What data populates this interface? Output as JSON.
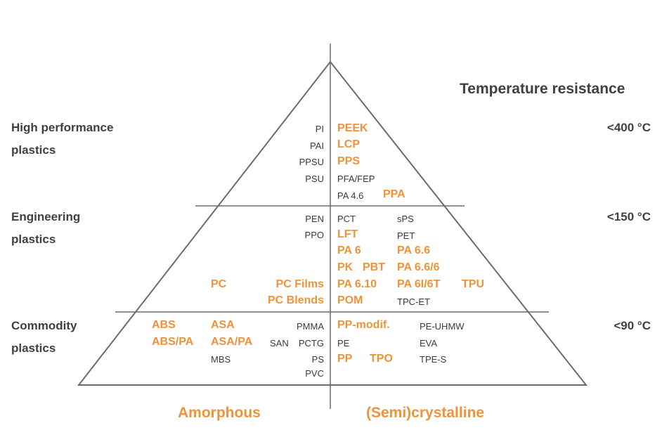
{
  "header": {
    "temperature_resistance": "Temperature resistance"
  },
  "categories": {
    "high_performance": [
      "High performance",
      "plastics"
    ],
    "engineering": [
      "Engineering",
      "plastics"
    ],
    "commodity": [
      "Commodity",
      "plastics"
    ]
  },
  "temperatures": {
    "high": "<400 °C",
    "engineering": "<150 °C",
    "commodity": "<90 °C"
  },
  "footer": {
    "amorphous": "Amorphous",
    "semicrystalline": "(Semi)crystalline"
  },
  "materials": {
    "PI": "PI",
    "PAI": "PAI",
    "PPSU": "PPSU",
    "PSU": "PSU",
    "PEEK": "PEEK",
    "LCP": "LCP",
    "PPS": "PPS",
    "PFA_FEP": "PFA/FEP",
    "PA46": "PA 4.6",
    "PPA": "PPA",
    "PEN": "PEN",
    "PPO": "PPO",
    "PC": "PC",
    "PC_Films": "PC Films",
    "PC_Blends": "PC Blends",
    "PCT": "PCT",
    "sPS": "sPS",
    "LFT": "LFT",
    "PET": "PET",
    "PA6": "PA 6",
    "PA66": "PA 6.6",
    "PK": "PK",
    "PBT": "PBT",
    "PA666": "PA 6.6/6",
    "PA610": "PA 6.10",
    "PA6I6T": "PA 6I/6T",
    "TPU": "TPU",
    "POM": "POM",
    "TPC_ET": "TPC-ET",
    "ABS": "ABS",
    "ASA": "ASA",
    "PMMA": "PMMA",
    "ABS_PA": "ABS/PA",
    "ASA_PA": "ASA/PA",
    "SAN": "SAN",
    "PCTG": "PCTG",
    "MBS": "MBS",
    "PS": "PS",
    "PVC": "PVC",
    "PP_modif": "PP-modif.",
    "PE_UHMW": "PE-UHMW",
    "PE": "PE",
    "EVA": "EVA",
    "PP": "PP",
    "TPO": "TPO",
    "TPE_S": "TPE-S"
  },
  "colors": {
    "accent": "#f0923a",
    "text": "#404040",
    "lines": "#555555"
  }
}
